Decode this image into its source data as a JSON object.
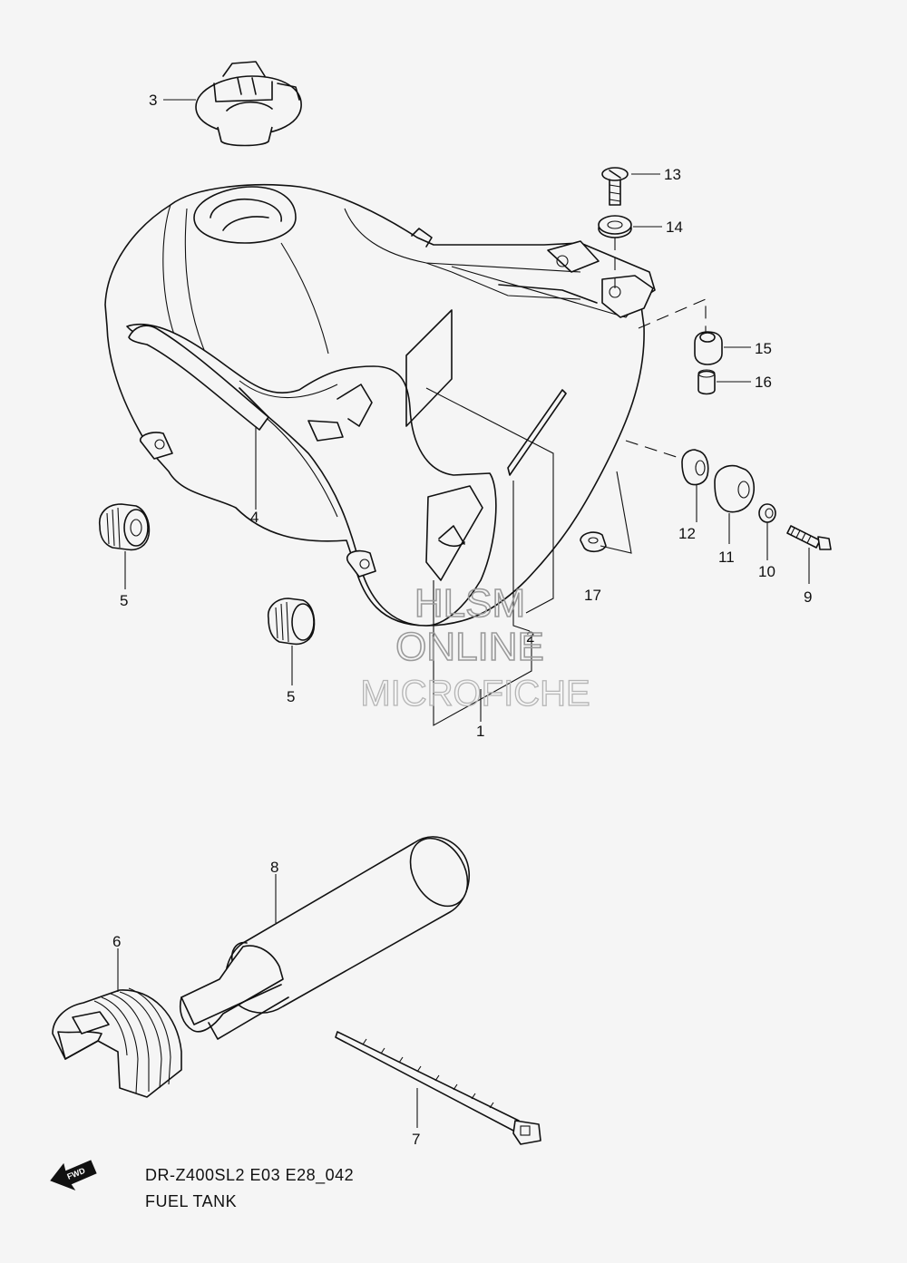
{
  "callouts": {
    "c1": "1",
    "c2": "2",
    "c3": "3",
    "c4": "4",
    "c5a": "5",
    "c5b": "5",
    "c6": "6",
    "c7": "7",
    "c8": "8",
    "c9": "9",
    "c10": "10",
    "c11": "11",
    "c12": "12",
    "c13": "13",
    "c14": "14",
    "c15": "15",
    "c16": "16",
    "c17": "17"
  },
  "watermark": {
    "line1": "HLSM",
    "line2": "ONLINE",
    "line3": "MICROFICHE"
  },
  "caption": {
    "model_code": "DR-Z400SL2 E03 E28_042",
    "title": "FUEL TANK"
  },
  "fwd_badge": "FWD"
}
